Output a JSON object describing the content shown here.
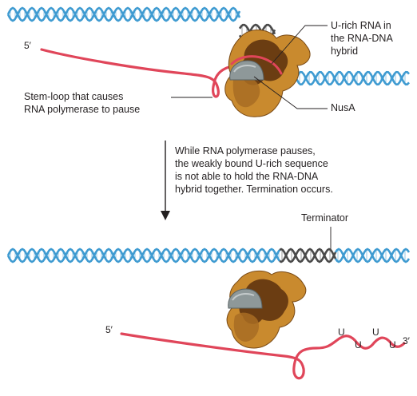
{
  "colors": {
    "dna_blue": "#3f9bd1",
    "dna_dark": "#4a4a4a",
    "rna_red": "#e0465a",
    "polymerase_tan": "#c98a2e",
    "polymerase_brown": "#6b3d12",
    "nusa_gray": "#8e9899",
    "arrow": "#231f20"
  },
  "top_panel": {
    "five_prime": "5′",
    "label_hybrid_line1": "U-rich RNA in",
    "label_hybrid_line2": "the RNA-DNA",
    "label_hybrid_line3": "hybrid",
    "label_stemloop_line1": "Stem-loop that causes",
    "label_stemloop_line2": "RNA polymerase to pause",
    "label_nusa": "NusA"
  },
  "caption": {
    "line1": "While RNA polymerase pauses,",
    "line2": "the weakly bound U-rich sequence",
    "line3": "is not able to hold the RNA-DNA",
    "line4": "hybrid together. Termination occurs."
  },
  "bottom_panel": {
    "label_terminator": "Terminator",
    "five_prime": "5′",
    "three_prime": "3′",
    "u_labels": [
      "U",
      "U",
      "U",
      "U"
    ]
  },
  "icons": {
    "nusa": "nusa-protein-icon",
    "polymerase": "rna-polymerase-icon"
  }
}
